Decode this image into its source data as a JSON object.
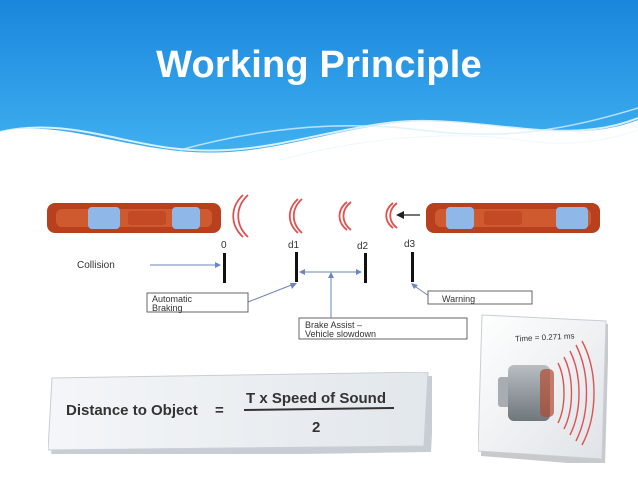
{
  "slide": {
    "title": "Working Principle"
  },
  "diagram": {
    "markers": [
      {
        "id": "0",
        "label": "0"
      },
      {
        "id": "d1",
        "label": "d1"
      },
      {
        "id": "d2",
        "label": "d2"
      },
      {
        "id": "d3",
        "label": "d3"
      }
    ],
    "labels": {
      "collision": "Collision",
      "automatic_line1": "Automatic",
      "automatic_line2": "Braking",
      "brake_assist_line1": "Brake Assist –",
      "brake_assist_line2": "Vehicle slowdown",
      "warning": "Warning"
    }
  },
  "formula": {
    "lhs": "Distance to Object",
    "equals": "=",
    "numerator": "T x Speed of Sound",
    "denominator": "2"
  },
  "sensor": {
    "time_label": "Time = 0.271 ms"
  },
  "colors": {
    "header_blue": "#1e90e0",
    "car_body": "#b8401e",
    "wave_red": "#e05050",
    "label_border": "#666666"
  }
}
